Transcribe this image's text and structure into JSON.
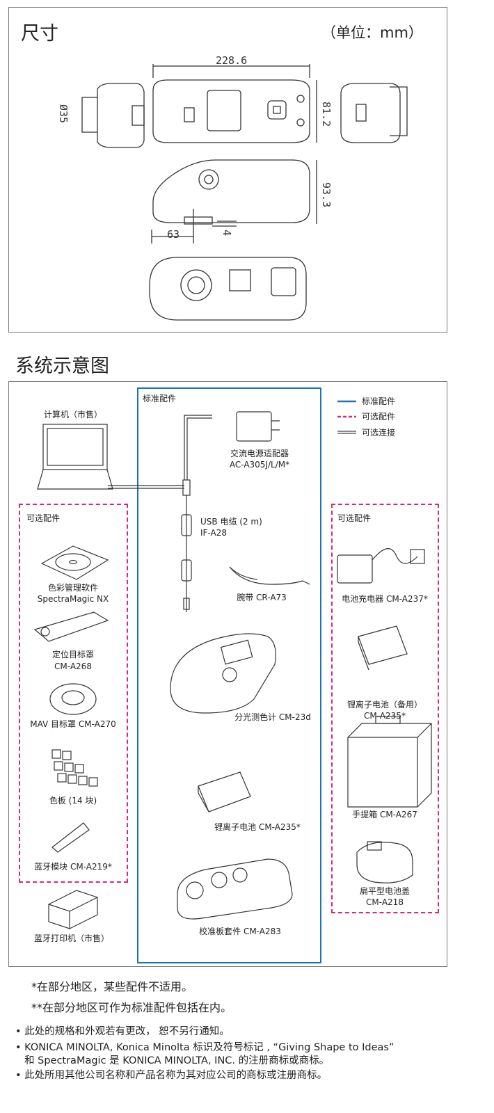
{
  "dimensions": {
    "title": "尺寸",
    "unit": "（单位：mm）",
    "labels": {
      "length": "228.6",
      "diameter": "Ø35",
      "width": "81.2",
      "height": "93.3",
      "offset": "63",
      "small": "4"
    }
  },
  "system": {
    "title": "系统示意图",
    "legend": [
      {
        "label": "标准配件",
        "color": "#1a73b5"
      },
      {
        "label": "可选配件",
        "color": "#d6287a"
      },
      {
        "label": "可选连接",
        "color": "#444444"
      }
    ],
    "standard": {
      "title": "标准配件",
      "items": [
        "交流电源适配器",
        "AC-A305J/L/M*",
        "USB 电缆 (2 m)",
        "IF-A28",
        "腕带 CR-A73",
        "分光测色计 CM-23d",
        "锂离子电池 CM-A235*",
        "校准板套件 CM-A283"
      ]
    },
    "computer": "计算机（市售）",
    "left_optional": {
      "title": "可选配件",
      "items": [
        "色彩管理软件",
        "SpectraMagic NX",
        "定位目标罩",
        "CM-A268",
        "MAV 目标罩 CM-A270",
        "色板 (14 块)",
        "蓝牙模块 CM-A219*"
      ]
    },
    "printer": "蓝牙打印机（市售）",
    "right_optional": {
      "title": "可选配件",
      "items": [
        "电池充电器 CM-A237*",
        "锂离子电池（备用）",
        "CM-A235*",
        "手提箱 CM-A267",
        "扁平型电池盖",
        "CM-A218"
      ]
    }
  },
  "footnotes": [
    "*在部分地区，某些配件不适用。",
    "**在部分地区可作为标准配件包括在内。"
  ],
  "notes": [
    "此处的规格和外观若有更改， 恕不另行通知。",
    "KONICA MINOLTA, Konica Minolta 标识及符号标记 , “Giving Shape to Ideas”",
    "和 SpectraMagic 是 KONICA MINOLTA, INC. 的注册商标或商标。",
    "此处所用其他公司名称和产品名称为其对应公司的商标或注册商标。"
  ]
}
